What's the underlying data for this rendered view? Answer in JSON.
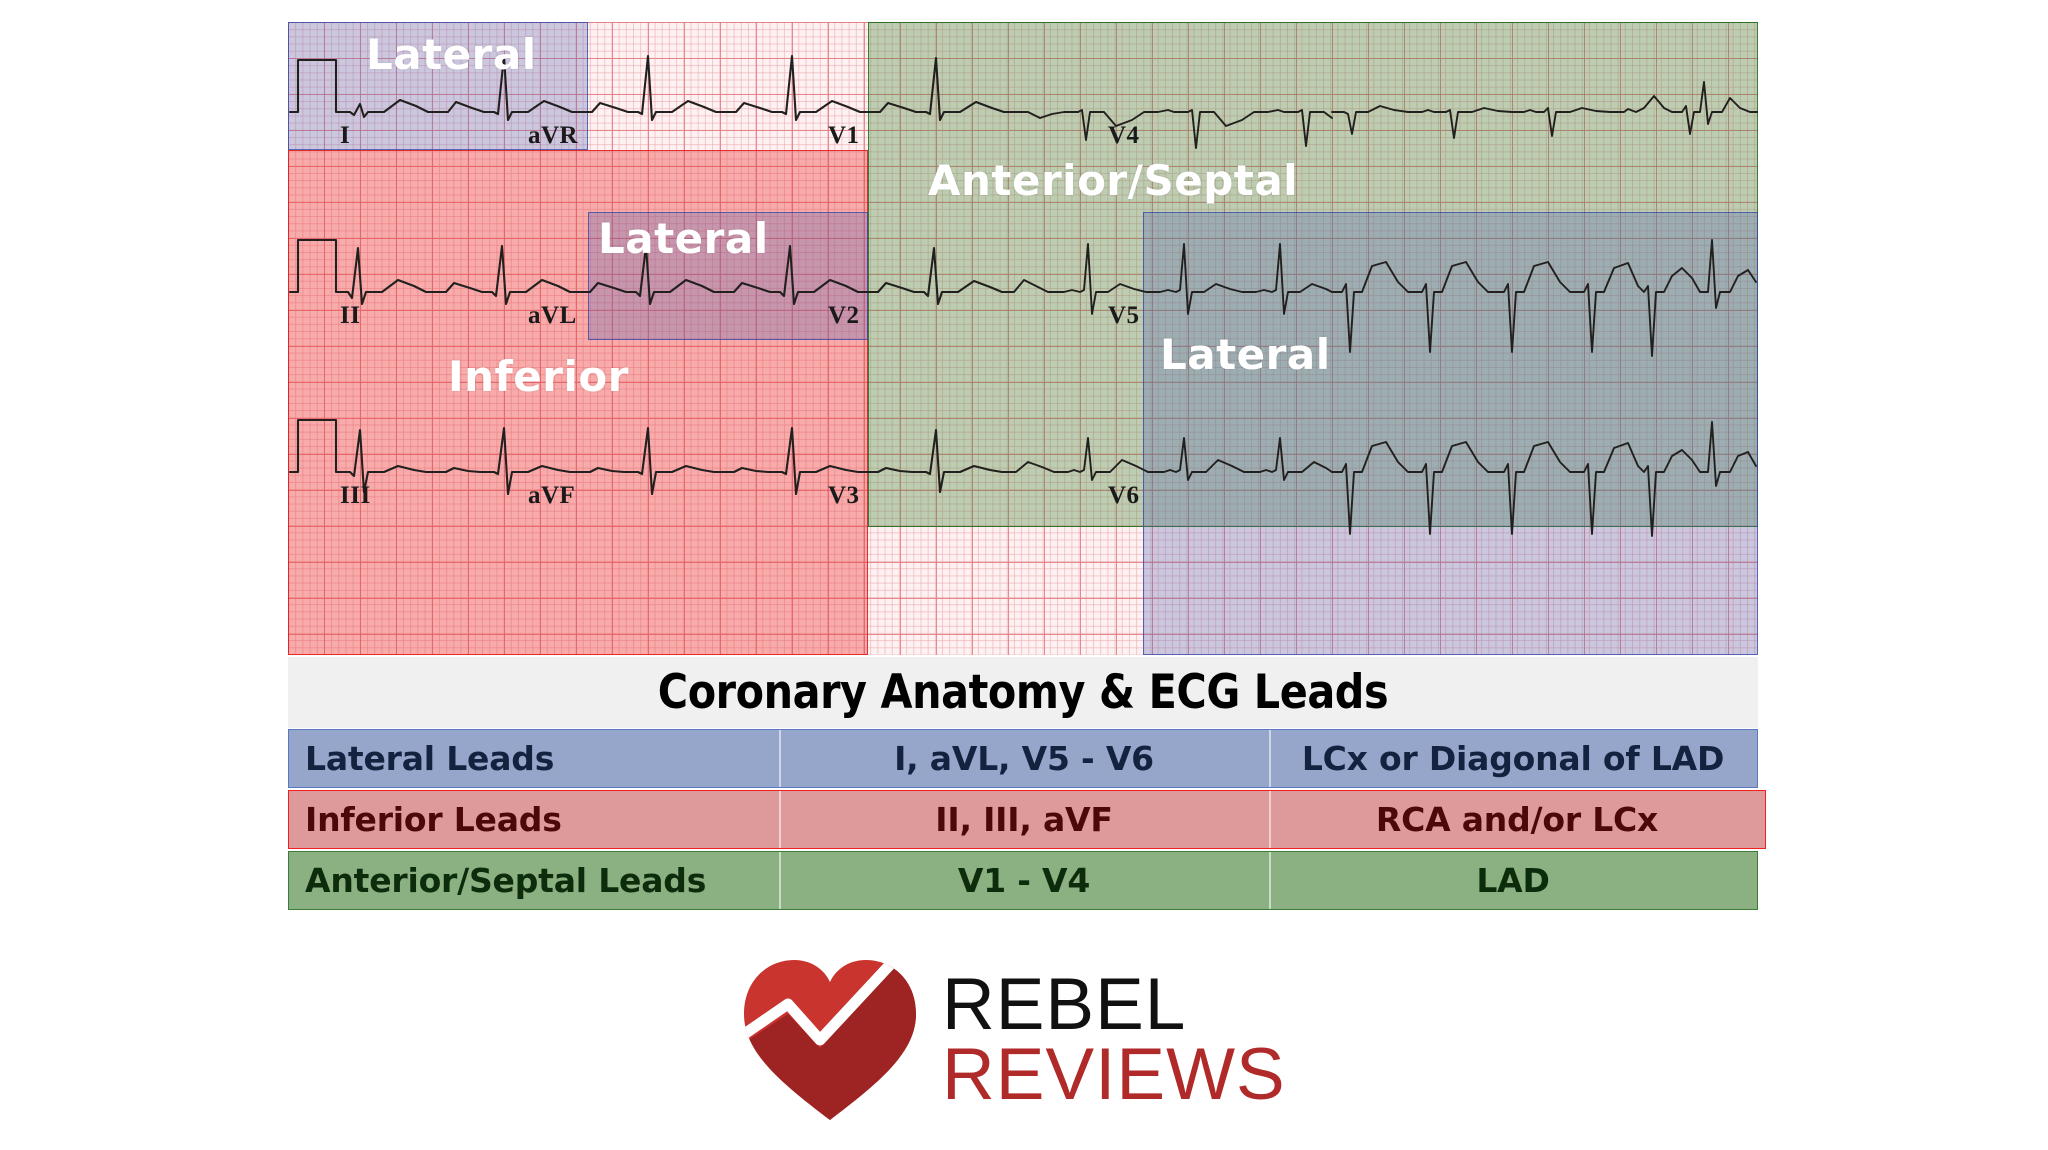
{
  "ecg": {
    "zones": [
      {
        "id": "lateral-limb",
        "label": "Lateral"
      },
      {
        "id": "inferior",
        "label": "Inferior"
      },
      {
        "id": "lateral-avl",
        "label": "Lateral"
      },
      {
        "id": "anterior-septal",
        "label": "Anterior/Septal"
      },
      {
        "id": "lateral-precordial",
        "label": "Lateral"
      }
    ],
    "leads": [
      {
        "name": "I",
        "row": 0,
        "col": 0
      },
      {
        "name": "aVR",
        "row": 0,
        "col": 1
      },
      {
        "name": "V1",
        "row": 0,
        "col": 2
      },
      {
        "name": "V4",
        "row": 0,
        "col": 3
      },
      {
        "name": "II",
        "row": 1,
        "col": 0
      },
      {
        "name": "aVL",
        "row": 1,
        "col": 1
      },
      {
        "name": "V2",
        "row": 1,
        "col": 2
      },
      {
        "name": "V5",
        "row": 1,
        "col": 3
      },
      {
        "name": "III",
        "row": 2,
        "col": 0
      },
      {
        "name": "aVF",
        "row": 2,
        "col": 1
      },
      {
        "name": "V3",
        "row": 2,
        "col": 2
      },
      {
        "name": "V6",
        "row": 2,
        "col": 3
      }
    ]
  },
  "title": "Coronary Anatomy & ECG Leads",
  "table": {
    "rows": [
      {
        "region": "Lateral Leads",
        "leads": "I, aVL, V5 - V6",
        "artery": "LCx or Diagonal of LAD",
        "bg": "#96a6cb",
        "fg": "#13233f"
      },
      {
        "region": "Inferior Leads",
        "leads": "II, III, aVF",
        "artery": "RCA and/or LCx",
        "bg": "#de9a9a",
        "fg": "#4a0808"
      },
      {
        "region": "Anterior/Septal Leads",
        "leads": "V1 - V4",
        "artery": "LAD",
        "bg": "#8bb082",
        "fg": "#0d2c0b"
      }
    ]
  },
  "logo": {
    "word_top": "REBEL",
    "word_bottom": "REVIEWS",
    "heart_light": "#c9342f",
    "heart_dark": "#9e2423"
  }
}
